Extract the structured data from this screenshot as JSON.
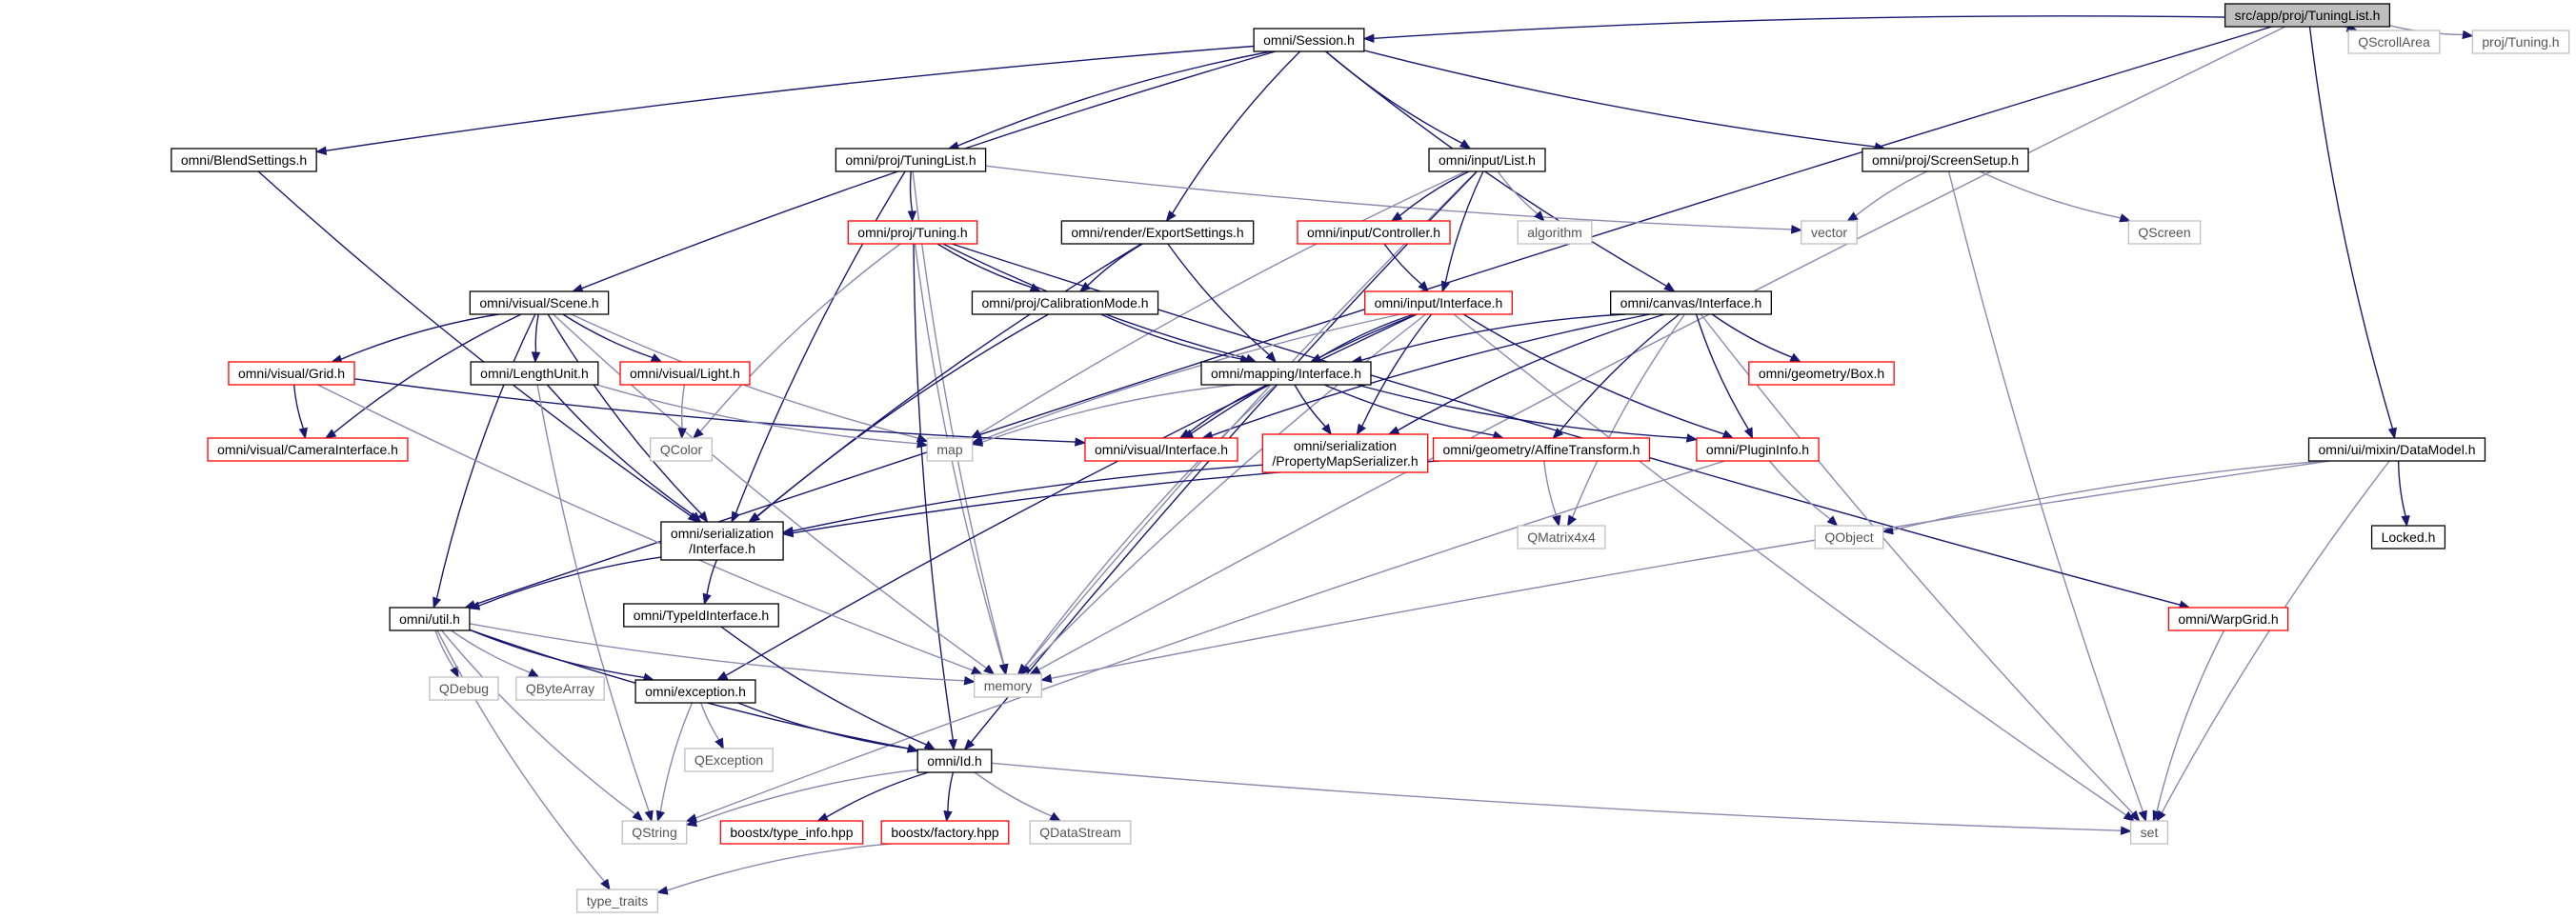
{
  "graph": {
    "nodes": [
      {
        "id": "root",
        "label": "src/app/proj/TuningList.h",
        "style": "root"
      },
      {
        "id": "scrollarea",
        "label": "QScrollArea",
        "style": "ext"
      },
      {
        "id": "projtuning",
        "label": "proj/Tuning.h",
        "style": "ext"
      },
      {
        "id": "session",
        "label": "omni/Session.h",
        "style": "doc"
      },
      {
        "id": "blend",
        "label": "omni/BlendSettings.h",
        "style": "doc"
      },
      {
        "id": "tuninglist",
        "label": "omni/proj/TuningList.h",
        "style": "doc"
      },
      {
        "id": "inputlist",
        "label": "omni/input/List.h",
        "style": "doc"
      },
      {
        "id": "screensetup",
        "label": "omni/proj/ScreenSetup.h",
        "style": "doc"
      },
      {
        "id": "tuning",
        "label": "omni/proj/Tuning.h",
        "style": "red"
      },
      {
        "id": "exportset",
        "label": "omni/render/ExportSettings.h",
        "style": "doc"
      },
      {
        "id": "controller",
        "label": "omni/input/Controller.h",
        "style": "red"
      },
      {
        "id": "algorithm",
        "label": "algorithm",
        "style": "ext"
      },
      {
        "id": "vector",
        "label": "vector",
        "style": "ext"
      },
      {
        "id": "qscreen",
        "label": "QScreen",
        "style": "ext"
      },
      {
        "id": "scene",
        "label": "omni/visual/Scene.h",
        "style": "doc"
      },
      {
        "id": "calib",
        "label": "omni/proj/CalibrationMode.h",
        "style": "doc"
      },
      {
        "id": "inputiface",
        "label": "omni/input/Interface.h",
        "style": "red"
      },
      {
        "id": "canvasiface",
        "label": "omni/canvas/Interface.h",
        "style": "doc"
      },
      {
        "id": "grid",
        "label": "omni/visual/Grid.h",
        "style": "red"
      },
      {
        "id": "lengthunit",
        "label": "omni/LengthUnit.h",
        "style": "doc"
      },
      {
        "id": "light",
        "label": "omni/visual/Light.h",
        "style": "red"
      },
      {
        "id": "mapiface",
        "label": "omni/mapping/Interface.h",
        "style": "doc"
      },
      {
        "id": "box",
        "label": "omni/geometry/Box.h",
        "style": "red"
      },
      {
        "id": "camiface",
        "label": "omni/visual/CameraInterface.h",
        "style": "red"
      },
      {
        "id": "qcolor",
        "label": "QColor",
        "style": "ext"
      },
      {
        "id": "map",
        "label": "map",
        "style": "ext"
      },
      {
        "id": "visiface",
        "label": "omni/visual/Interface.h",
        "style": "red"
      },
      {
        "id": "propmap",
        "label": "omni/serialization\n/PropertyMapSerializer.h",
        "style": "red"
      },
      {
        "id": "affine",
        "label": "omni/geometry/AffineTransform.h",
        "style": "red"
      },
      {
        "id": "plugininfo",
        "label": "omni/PluginInfo.h",
        "style": "red"
      },
      {
        "id": "datamodel",
        "label": "omni/ui/mixin/DataModel.h",
        "style": "doc"
      },
      {
        "id": "seriface",
        "label": "omni/serialization\n/Interface.h",
        "style": "doc"
      },
      {
        "id": "qmatrix",
        "label": "QMatrix4x4",
        "style": "ext"
      },
      {
        "id": "qobject",
        "label": "QObject",
        "style": "ext"
      },
      {
        "id": "locked",
        "label": "Locked.h",
        "style": "doc"
      },
      {
        "id": "util",
        "label": "omni/util.h",
        "style": "doc"
      },
      {
        "id": "typeid",
        "label": "omni/TypeIdInterface.h",
        "style": "doc"
      },
      {
        "id": "warpgrid",
        "label": "omni/WarpGrid.h",
        "style": "red"
      },
      {
        "id": "qdebug",
        "label": "QDebug",
        "style": "ext"
      },
      {
        "id": "qbytearray",
        "label": "QByteArray",
        "style": "ext"
      },
      {
        "id": "exception",
        "label": "omni/exception.h",
        "style": "doc"
      },
      {
        "id": "memory",
        "label": "memory",
        "style": "ext"
      },
      {
        "id": "qexception",
        "label": "QException",
        "style": "ext"
      },
      {
        "id": "idh",
        "label": "omni/Id.h",
        "style": "doc"
      },
      {
        "id": "qstring",
        "label": "QString",
        "style": "ext"
      },
      {
        "id": "typeinfo",
        "label": "boostx/type_info.hpp",
        "style": "red"
      },
      {
        "id": "factory",
        "label": "boostx/factory.hpp",
        "style": "red"
      },
      {
        "id": "qdatastream",
        "label": "QDataStream",
        "style": "ext"
      },
      {
        "id": "set",
        "label": "set",
        "style": "ext"
      },
      {
        "id": "typetraits",
        "label": "type_traits",
        "style": "ext"
      }
    ],
    "edges": [
      [
        "root",
        "session"
      ],
      [
        "root",
        "scrollarea"
      ],
      [
        "root",
        "projtuning"
      ],
      [
        "root",
        "util"
      ],
      [
        "root",
        "memory"
      ],
      [
        "root",
        "datamodel"
      ],
      [
        "session",
        "blend"
      ],
      [
        "session",
        "tuninglist"
      ],
      [
        "session",
        "exportset"
      ],
      [
        "session",
        "inputlist"
      ],
      [
        "session",
        "screensetup"
      ],
      [
        "session",
        "scene"
      ],
      [
        "session",
        "canvasiface"
      ],
      [
        "blend",
        "seriface"
      ],
      [
        "tuninglist",
        "tuning"
      ],
      [
        "tuninglist",
        "vector"
      ],
      [
        "tuninglist",
        "seriface"
      ],
      [
        "tuninglist",
        "memory"
      ],
      [
        "inputlist",
        "controller"
      ],
      [
        "inputlist",
        "algorithm"
      ],
      [
        "inputlist",
        "inputiface"
      ],
      [
        "inputlist",
        "map"
      ],
      [
        "inputlist",
        "memory"
      ],
      [
        "inputlist",
        "idh"
      ],
      [
        "screensetup",
        "vector"
      ],
      [
        "screensetup",
        "qscreen"
      ],
      [
        "screensetup",
        "set"
      ],
      [
        "tuning",
        "calib"
      ],
      [
        "tuning",
        "mapiface"
      ],
      [
        "tuning",
        "qcolor"
      ],
      [
        "tuning",
        "memory"
      ],
      [
        "tuning",
        "warpgrid"
      ],
      [
        "tuning",
        "idh"
      ],
      [
        "exportset",
        "calib"
      ],
      [
        "exportset",
        "mapiface"
      ],
      [
        "exportset",
        "seriface"
      ],
      [
        "controller",
        "inputiface"
      ],
      [
        "scene",
        "grid"
      ],
      [
        "scene",
        "lengthunit"
      ],
      [
        "scene",
        "light"
      ],
      [
        "scene",
        "camiface"
      ],
      [
        "scene",
        "map"
      ],
      [
        "scene",
        "seriface"
      ],
      [
        "scene",
        "memory"
      ],
      [
        "scene",
        "util"
      ],
      [
        "calib",
        "mapiface"
      ],
      [
        "calib",
        "seriface"
      ],
      [
        "inputiface",
        "mapiface"
      ],
      [
        "inputiface",
        "map"
      ],
      [
        "inputiface",
        "visiface"
      ],
      [
        "inputiface",
        "propmap"
      ],
      [
        "inputiface",
        "plugininfo"
      ],
      [
        "inputiface",
        "exception"
      ],
      [
        "inputiface",
        "memory"
      ],
      [
        "inputiface",
        "set"
      ],
      [
        "canvasiface",
        "mapiface"
      ],
      [
        "canvasiface",
        "box"
      ],
      [
        "canvasiface",
        "visiface"
      ],
      [
        "canvasiface",
        "propmap"
      ],
      [
        "canvasiface",
        "affine"
      ],
      [
        "canvasiface",
        "plugininfo"
      ],
      [
        "canvasiface",
        "qmatrix"
      ],
      [
        "canvasiface",
        "set"
      ],
      [
        "grid",
        "camiface"
      ],
      [
        "grid",
        "visiface"
      ],
      [
        "grid",
        "memory"
      ],
      [
        "lengthunit",
        "map"
      ],
      [
        "lengthunit",
        "seriface"
      ],
      [
        "lengthunit",
        "qstring"
      ],
      [
        "light",
        "qcolor"
      ],
      [
        "mapiface",
        "map"
      ],
      [
        "mapiface",
        "visiface"
      ],
      [
        "mapiface",
        "propmap"
      ],
      [
        "mapiface",
        "affine"
      ],
      [
        "mapiface",
        "plugininfo"
      ],
      [
        "mapiface",
        "memory"
      ],
      [
        "propmap",
        "seriface"
      ],
      [
        "affine",
        "seriface"
      ],
      [
        "affine",
        "qmatrix"
      ],
      [
        "plugininfo",
        "qobject"
      ],
      [
        "plugininfo",
        "qstring"
      ],
      [
        "datamodel",
        "qobject"
      ],
      [
        "datamodel",
        "locked"
      ],
      [
        "datamodel",
        "memory"
      ],
      [
        "datamodel",
        "set"
      ],
      [
        "seriface",
        "util"
      ],
      [
        "seriface",
        "typeid"
      ],
      [
        "util",
        "qdebug"
      ],
      [
        "util",
        "qbytearray"
      ],
      [
        "util",
        "exception"
      ],
      [
        "util",
        "memory"
      ],
      [
        "util",
        "qstring"
      ],
      [
        "util",
        "typetraits"
      ],
      [
        "util",
        "idh"
      ],
      [
        "typeid",
        "idh"
      ],
      [
        "warpgrid",
        "set"
      ],
      [
        "exception",
        "qexception"
      ],
      [
        "exception",
        "qstring"
      ],
      [
        "exception",
        "idh"
      ],
      [
        "idh",
        "qstring"
      ],
      [
        "idh",
        "typeinfo"
      ],
      [
        "idh",
        "factory"
      ],
      [
        "idh",
        "qdatastream"
      ],
      [
        "idh",
        "set"
      ],
      [
        "factory",
        "typetraits"
      ]
    ]
  },
  "colors": {
    "edge": "#191970",
    "border_doc": "#000000",
    "border_red": "#ff0000",
    "border_ext": "#bfbfbf",
    "root_fill": "#bfbfbf",
    "node_fill": "#ffffff"
  }
}
